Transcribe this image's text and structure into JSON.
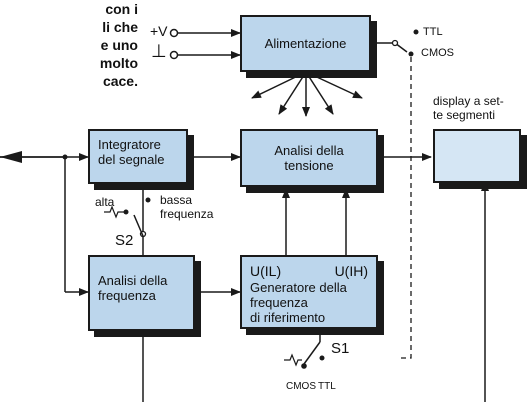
{
  "caption": {
    "lines": [
      "con i",
      "li che",
      "e uno",
      "molto",
      "cace."
    ]
  },
  "power": {
    "plus_v": "+V",
    "ground": "⊥"
  },
  "blocks": {
    "alimentazione": "Alimentazione",
    "integratore": [
      "Integratore",
      "del segnale"
    ],
    "analisi_tensione": [
      "Analisi della",
      "tensione"
    ],
    "analisi_frequenza": [
      "Analisi della",
      "frequenza"
    ],
    "generatore": {
      "uil": "U(IL)",
      "uih": "U(IH)",
      "lines": [
        "Generatore della",
        "frequenza",
        "di riferimento"
      ]
    }
  },
  "display": {
    "label": [
      "display a set-",
      "te segmenti"
    ]
  },
  "switches": {
    "logic_top": {
      "ttl": "TTL",
      "cmos": "CMOS"
    },
    "s2": {
      "name": "S2",
      "alta": "alta",
      "bassa": [
        "bassa",
        "frequenza"
      ]
    },
    "s1": {
      "name": "S1",
      "cmos": "CMOS",
      "ttl": "TTL"
    }
  },
  "colors": {
    "block_fill": "#bcd6ec",
    "line": "#1a1a1a"
  }
}
